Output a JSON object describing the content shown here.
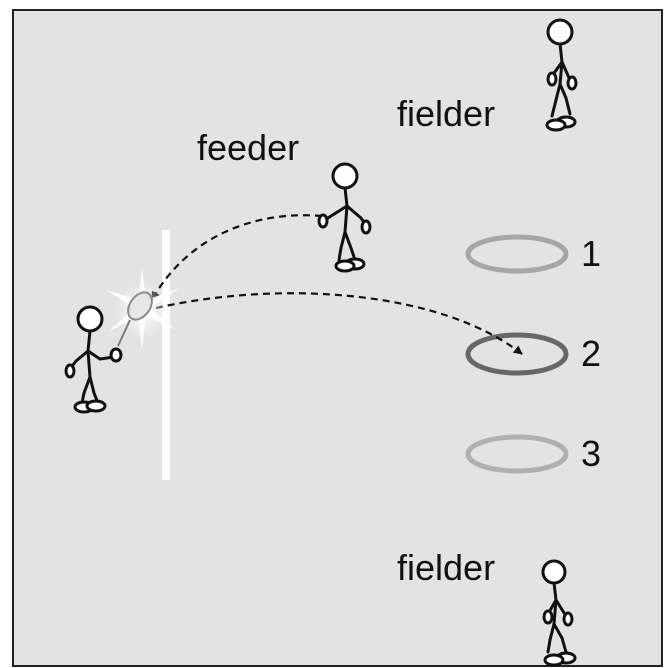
{
  "diagram": {
    "background_color": "#e3e3e3",
    "border_color": "#222222",
    "net_color": "#ffffff",
    "labels": {
      "fielder_top": "fielder",
      "feeder": "feeder",
      "fielder_bottom": "fielder"
    },
    "targets": [
      {
        "number": "1",
        "ring_color": "#a6a6a6"
      },
      {
        "number": "2",
        "ring_color": "#676767"
      },
      {
        "number": "3",
        "ring_color": "#b0b0b0"
      }
    ]
  }
}
